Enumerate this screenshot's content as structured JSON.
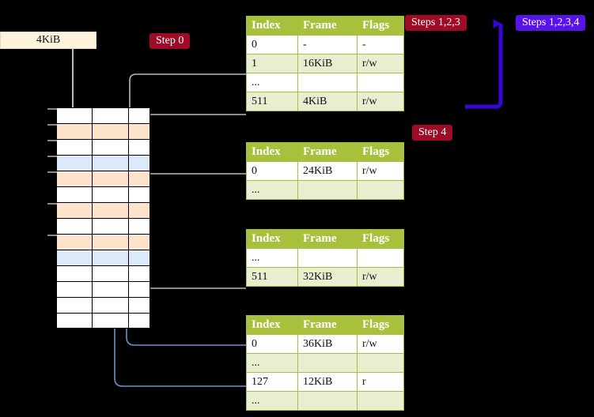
{
  "labels": {
    "size_box": "4KiB",
    "step0": "Step 0",
    "step4": "Step 4",
    "steps123": "Steps 1,2,3",
    "steps1234": "Steps 1,2,3,4"
  },
  "colors": {
    "badge_red": "#9e0b27",
    "badge_blue": "#5813e8",
    "table_header": "#a8c13c",
    "table_alt_row": "#e8eed0",
    "highlight": "#fbfbac",
    "mem_orange": "#fde3cc",
    "mem_blue": "#dce9f8",
    "box_cream": "#fdf3dd",
    "connector_grey": "#b9b9b9",
    "connector_blue": "#6f94c4"
  },
  "tables": [
    {
      "name": "level-0-table",
      "headers": [
        "Index",
        "Frame",
        "Flags"
      ],
      "rows": [
        {
          "cells": [
            "0",
            "-",
            "-"
          ],
          "style": "plain",
          "highlight": false
        },
        {
          "cells": [
            "1",
            "16KiB",
            "r/w"
          ],
          "style": "alt",
          "highlight": false
        },
        {
          "cells": [
            "...",
            "",
            ""
          ],
          "style": "plain",
          "highlight": false
        },
        {
          "cells": [
            "511",
            "4KiB",
            "r/w"
          ],
          "style": "alt",
          "highlight": true
        }
      ]
    },
    {
      "name": "level-1-table",
      "headers": [
        "Index",
        "Frame",
        "Flags"
      ],
      "rows": [
        {
          "cells": [
            "0",
            "24KiB",
            "r/w"
          ],
          "style": "plain",
          "highlight": false
        },
        {
          "cells": [
            "...",
            "",
            ""
          ],
          "style": "alt",
          "highlight": false
        }
      ]
    },
    {
      "name": "level-2-table",
      "headers": [
        "Index",
        "Frame",
        "Flags"
      ],
      "rows": [
        {
          "cells": [
            "...",
            "",
            ""
          ],
          "style": "plain",
          "highlight": false
        },
        {
          "cells": [
            "511",
            "32KiB",
            "r/w"
          ],
          "style": "alt",
          "highlight": false
        }
      ]
    },
    {
      "name": "level-3-table",
      "headers": [
        "Index",
        "Frame",
        "Flags"
      ],
      "rows": [
        {
          "cells": [
            "0",
            "36KiB",
            "r/w"
          ],
          "style": "plain",
          "highlight": false
        },
        {
          "cells": [
            "...",
            "",
            ""
          ],
          "style": "alt",
          "highlight": false
        },
        {
          "cells": [
            "127",
            "12KiB",
            "r"
          ],
          "style": "plain",
          "highlight": false
        },
        {
          "cells": [
            "...",
            "",
            ""
          ],
          "style": "alt",
          "highlight": false
        }
      ]
    }
  ],
  "memory_rows": [
    {
      "fill": "white"
    },
    {
      "fill": "orange"
    },
    {
      "fill": "white"
    },
    {
      "fill": "blue"
    },
    {
      "fill": "orange"
    },
    {
      "fill": "white"
    },
    {
      "fill": "orange"
    },
    {
      "fill": "white"
    },
    {
      "fill": "orange"
    },
    {
      "fill": "blue"
    },
    {
      "fill": "white"
    },
    {
      "fill": "white"
    },
    {
      "fill": "white"
    },
    {
      "fill": "white"
    }
  ]
}
